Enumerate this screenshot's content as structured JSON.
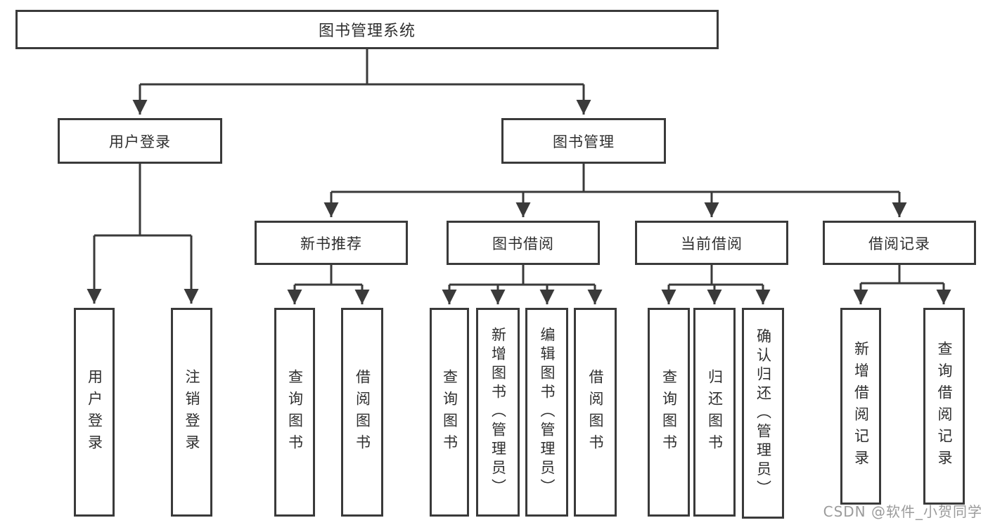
{
  "diagram": {
    "root": {
      "label": "图书管理系统"
    },
    "level2": [
      {
        "label": "用户登录"
      },
      {
        "label": "图书管理"
      }
    ],
    "level3": [
      {
        "label": "新书推荐"
      },
      {
        "label": "图书借阅"
      },
      {
        "label": "当前借阅"
      },
      {
        "label": "借阅记录"
      }
    ],
    "leaves": {
      "user_login": [
        "用户登录",
        "注销登录"
      ],
      "new_books": [
        "查询图书",
        "借阅图书"
      ],
      "book_borrow": [
        "查询图书",
        "新增图书（管理员）",
        "编辑图书（管理员）",
        "借阅图书"
      ],
      "current_borrow": [
        "查询图书",
        "归还图书",
        "确认归还（管理员）"
      ],
      "borrow_records": [
        "新增借阅记录",
        "查询借阅记录"
      ]
    },
    "line_color": "#3a3a3a"
  },
  "watermark": {
    "text": "CSDN @软件_小贺同学",
    "color": "#9b9b9b"
  }
}
